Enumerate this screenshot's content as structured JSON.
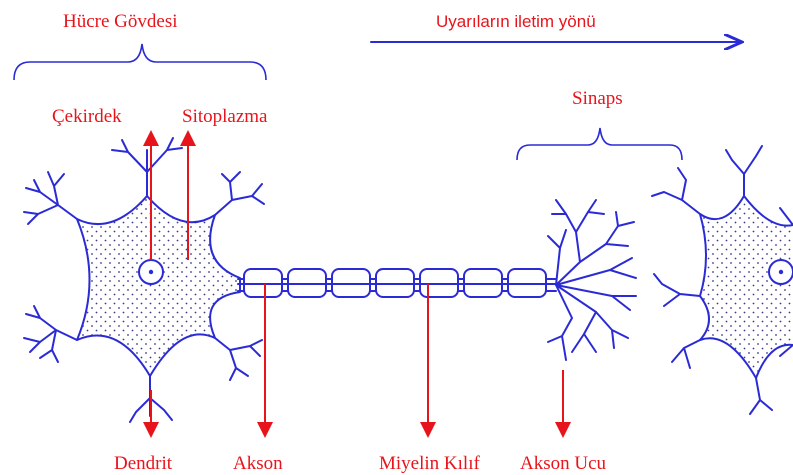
{
  "colors": {
    "label": "#e8141b",
    "neuron": "#2b2bd6",
    "dots": "#3a3a8a",
    "background": "#ffffff"
  },
  "labels": {
    "hucre_govdesi": "Hücre Gövdesi",
    "uyari_yonu": "Uyarıların iletim yönü",
    "cekirdek": "Çekirdek",
    "sitoplazma": "Sitoplazma",
    "sinaps": "Sinaps",
    "dendrit": "Dendrit",
    "akson": "Akson",
    "miyelin_kilif": "Miyelin Kılıf",
    "akson_ucu": "Akson Ucu"
  }
}
